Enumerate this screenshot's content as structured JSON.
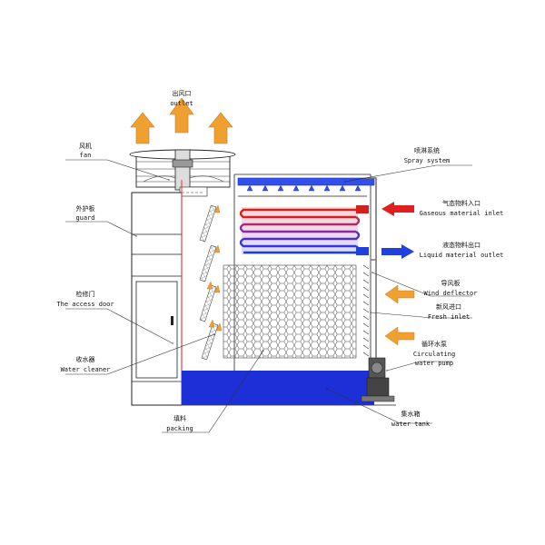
{
  "labels": {
    "outlet": {
      "zh": "出风口",
      "en": "outlet"
    },
    "fan": {
      "zh": "风机",
      "en": "fan"
    },
    "guard": {
      "zh": "外护板",
      "en": "guard"
    },
    "access_door": {
      "zh": "检修门",
      "en": "The access door"
    },
    "water_cleaner": {
      "zh": "收水器",
      "en": "Water cleaner"
    },
    "packing": {
      "zh": "填料",
      "en": "packing"
    },
    "spray_system": {
      "zh": "喷淋系统",
      "en": "Spray system"
    },
    "gaseous_inlet": {
      "zh": "气态物料入口",
      "en": "Gaseous material inlet"
    },
    "liquid_outlet": {
      "zh": "液态物料出口",
      "en": "Liquid material outlet"
    },
    "wind_deflector": {
      "zh": "导风板",
      "en": "Wind deflector"
    },
    "fresh_inlet": {
      "zh": "新风进口",
      "en": "Fresh inlet"
    },
    "pump": {
      "zh": "循环水泵",
      "en": [
        "Circulating",
        "water pump"
      ]
    },
    "water_tank": {
      "zh": "集水箱",
      "en": "water tank"
    }
  },
  "colors": {
    "air_arrow": "#f0a030",
    "water": "#1d2fd6",
    "hot_pipe": "#d02020",
    "cold_pipe": "#1f3fe0",
    "red_divider": "#e02020"
  }
}
